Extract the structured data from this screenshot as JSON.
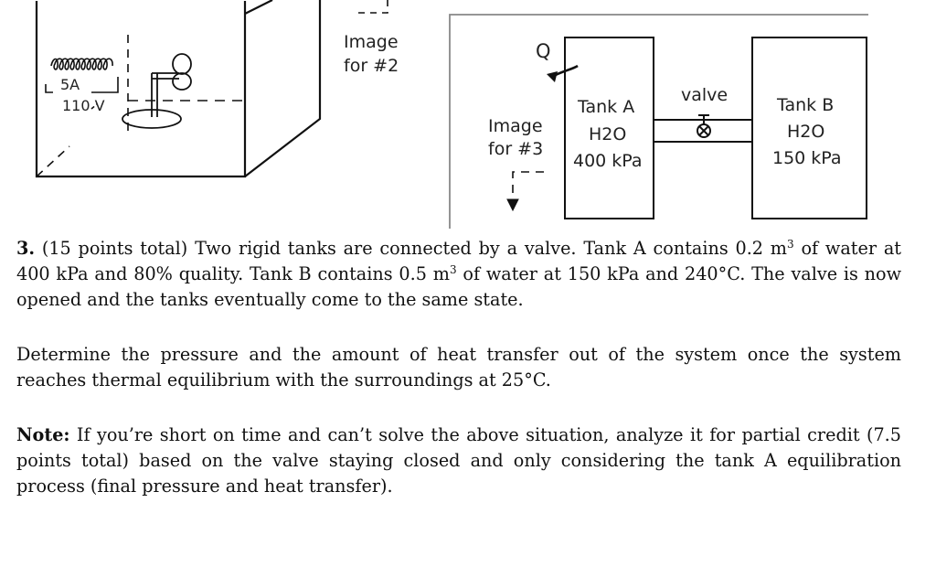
{
  "figure_left": {
    "current_label": "5A",
    "voltage_label": "110 V",
    "caption_line1": "Image",
    "caption_line2": "for #2"
  },
  "figure_right": {
    "heat_label": "Q",
    "caption_line1": "Image",
    "caption_line2": "for #3",
    "tank_a": {
      "name": "Tank A",
      "fluid": "H2O",
      "pressure": "400 kPa"
    },
    "valve_label": "valve",
    "tank_b": {
      "name": "Tank B",
      "fluid": "H2O",
      "pressure": "150 kPa"
    }
  },
  "problem": {
    "number": "3.",
    "points": "(15 points total)",
    "p1_a": "Two rigid tanks are connected by a valve. Tank A contains 0.2 m",
    "p1_b": " of water at 400 kPa and 80% quality. Tank B contains 0.5 m",
    "p1_c": " of water at 150 kPa and 240°C. The valve is now opened and the tanks eventually come to the same state.",
    "superscript": "3",
    "p2": "Determine the pressure and the amount of heat transfer out of the system once the system reaches thermal equilibrium with the surroundings at 25°C.",
    "note_label": "Note:",
    "note_text": " If you’re short on time and can’t solve the above situation, analyze it for partial credit (7.5 points total) based on the valve staying closed and only considering the tank A equilibration process (final pressure and heat transfer)."
  }
}
